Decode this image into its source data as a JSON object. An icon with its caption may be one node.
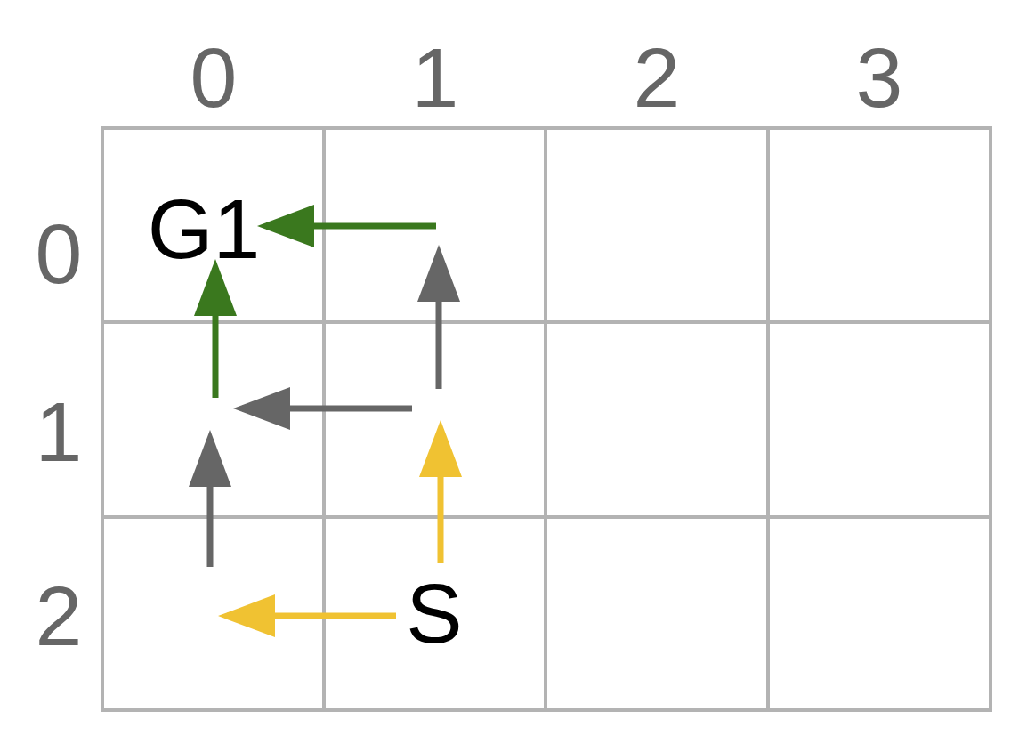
{
  "diagram": {
    "nodes": [
      {
        "text": [
          "G1"
        ]
      },
      {
        "text": [],
        "shape": "box"
      },
      {
        "text": [],
        "shape": "box"
      },
      {
        "text": [],
        "shape": "box"
      },
      {
        "text": [],
        "shape": "box"
      },
      {
        "text": [],
        "shape": "box"
      },
      {
        "text": [],
        "shape": "box"
      },
      {
        "text": [],
        "shape": "box"
      },
      {
        "text": [],
        "shape": "box"
      },
      {
        "text": [
          "S"
        ]
      },
      {
        "text": [],
        "shape": "box"
      },
      {
        "text": [],
        "shape": "box"
      }
    ],
    "edges": [
      {
        "from": 1,
        "to": 0,
        "arrow": "to",
        "color": "#3a781e"
      },
      {
        "from": 5,
        "to": 1,
        "arrow": "to"
      },
      {
        "from": 4,
        "to": 0,
        "arrow": "to",
        "color": "#3a781e"
      },
      {
        "from": 5,
        "to": 4,
        "arrow": "to"
      },
      {
        "from": 9,
        "to": 5,
        "arrow": "to",
        "color": "#f0c232"
      },
      {
        "from": 8,
        "to": 4,
        "arrow": "to"
      },
      {
        "from": 9,
        "to": 8,
        "arrow": "to",
        "color": "#f0c232"
      }
    ],
    "labels": [
      "0",
      "1",
      "2",
      "3",
      "0",
      "1",
      "2"
    ]
  }
}
